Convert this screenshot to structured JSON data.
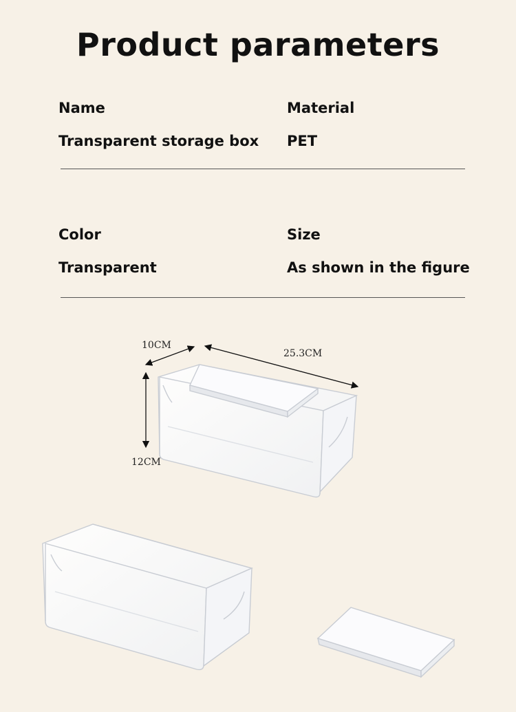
{
  "page_title": "Product parameters",
  "params": [
    {
      "label": "Name",
      "value": "Transparent storage box"
    },
    {
      "label": "Material",
      "value": "PET"
    },
    {
      "label": "Color",
      "value": "Transparent"
    },
    {
      "label": "Size",
      "value": "As shown in the figure"
    }
  ],
  "dimensions": {
    "width": "10CM",
    "length": "25.3CM",
    "height": "12CM"
  }
}
